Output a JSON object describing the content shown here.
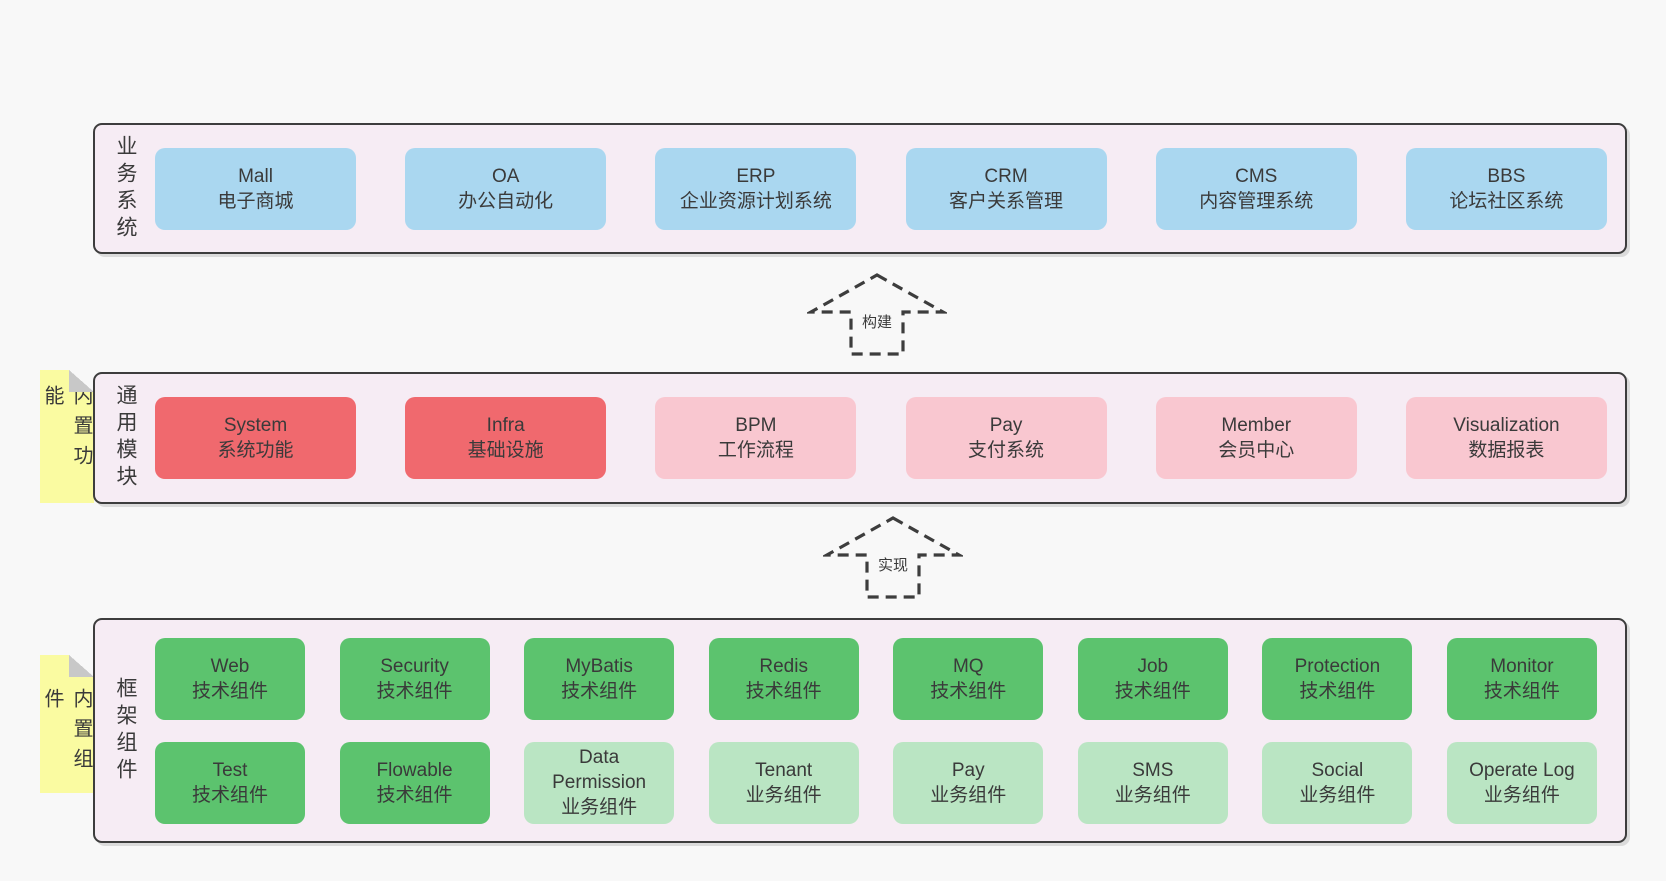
{
  "colors": {
    "page-bg": "#f8f8f8",
    "band-bg": "#f6ecf4",
    "band-border": "#3d3d3d",
    "blue": "#aad7f0",
    "red": "#f0696e",
    "pink": "#f9c7d0",
    "green": "#5cc36e",
    "lightgreen": "#bae5c3",
    "sticky": "#fafba1",
    "fold": "#c8c8c8",
    "text": "#3a3a3a"
  },
  "arrows": [
    {
      "label": "构建"
    },
    {
      "label": "实现"
    }
  ],
  "stickies": [
    {
      "label": "内置功能"
    },
    {
      "label": "内置组件"
    }
  ],
  "tiers": [
    {
      "id": "business-systems",
      "label": "业务系统",
      "rows": [
        [
          {
            "title": "Mall",
            "subtitle": "电子商城",
            "variant": "blue"
          },
          {
            "title": "OA",
            "subtitle": "办公自动化",
            "variant": "blue"
          },
          {
            "title": "ERP",
            "subtitle": "企业资源计划系统",
            "variant": "blue"
          },
          {
            "title": "CRM",
            "subtitle": "客户关系管理",
            "variant": "blue"
          },
          {
            "title": "CMS",
            "subtitle": "内容管理系统",
            "variant": "blue"
          },
          {
            "title": "BBS",
            "subtitle": "论坛社区系统",
            "variant": "blue"
          }
        ]
      ]
    },
    {
      "id": "common-modules",
      "label": "通用模块",
      "rows": [
        [
          {
            "title": "System",
            "subtitle": "系统功能",
            "variant": "red"
          },
          {
            "title": "Infra",
            "subtitle": "基础设施",
            "variant": "red"
          },
          {
            "title": "BPM",
            "subtitle": "工作流程",
            "variant": "pink"
          },
          {
            "title": "Pay",
            "subtitle": "支付系统",
            "variant": "pink"
          },
          {
            "title": "Member",
            "subtitle": "会员中心",
            "variant": "pink"
          },
          {
            "title": "Visualization",
            "subtitle": "数据报表",
            "variant": "pink"
          }
        ]
      ]
    },
    {
      "id": "framework-components",
      "label": "框架组件",
      "rows": [
        [
          {
            "title": "Web",
            "subtitle": "技术组件",
            "variant": "green"
          },
          {
            "title": "Security",
            "subtitle": "技术组件",
            "variant": "green"
          },
          {
            "title": "MyBatis",
            "subtitle": "技术组件",
            "variant": "green"
          },
          {
            "title": "Redis",
            "subtitle": "技术组件",
            "variant": "green"
          },
          {
            "title": "MQ",
            "subtitle": "技术组件",
            "variant": "green"
          },
          {
            "title": "Job",
            "subtitle": "技术组件",
            "variant": "green"
          },
          {
            "title": "Protection",
            "subtitle": "技术组件",
            "variant": "green"
          },
          {
            "title": "Monitor",
            "subtitle": "技术组件",
            "variant": "green"
          }
        ],
        [
          {
            "title": "Test",
            "subtitle": "技术组件",
            "variant": "green"
          },
          {
            "title": "Flowable",
            "subtitle": "技术组件",
            "variant": "green"
          },
          {
            "title": "Data Permission",
            "subtitle": "业务组件",
            "variant": "lightgreen"
          },
          {
            "title": "Tenant",
            "subtitle": "业务组件",
            "variant": "lightgreen"
          },
          {
            "title": "Pay",
            "subtitle": "业务组件",
            "variant": "lightgreen"
          },
          {
            "title": "SMS",
            "subtitle": "业务组件",
            "variant": "lightgreen"
          },
          {
            "title": "Social",
            "subtitle": "业务组件",
            "variant": "lightgreen"
          },
          {
            "title": "Operate Log",
            "subtitle": "业务组件",
            "variant": "lightgreen"
          }
        ]
      ]
    }
  ]
}
